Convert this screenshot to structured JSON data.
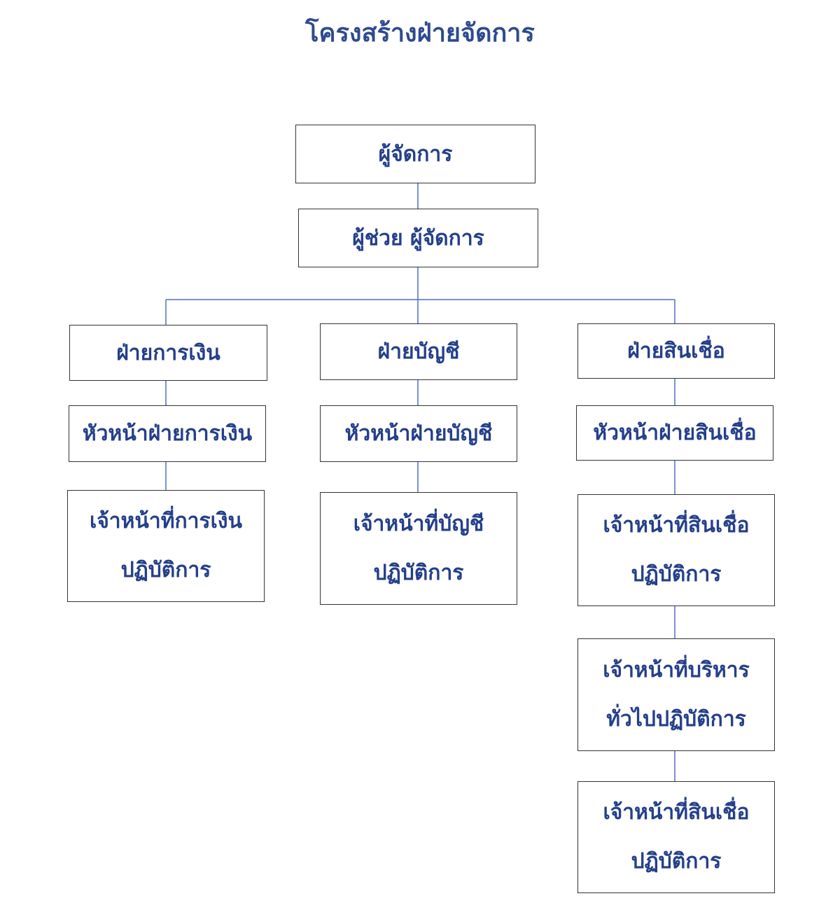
{
  "title": "โครงสร้างฝ่ายจัดการ",
  "colors": {
    "title": "#2e4a8f",
    "text": "#243f8a",
    "line": "#4a6fc7",
    "border": "#333333"
  },
  "nodes": {
    "manager": "ผู้จัดการ",
    "assistant_manager": "ผู้ช่วย ผู้จัดการ",
    "finance_dept": "ฝ่ายการเงิน",
    "accounting_dept": "ฝ่ายบัญชี",
    "credit_dept": "ฝ่ายสินเชื่อ",
    "finance_head": "หัวหน้าฝ่ายการเงิน",
    "accounting_head": "หัวหน้าฝ่ายบัญชี",
    "credit_head": "หัวหน้าฝ่ายสินเชื่อ",
    "finance_officer": [
      "เจ้าหน้าที่การเงิน",
      "ปฏิบัติการ"
    ],
    "accounting_officer": [
      "เจ้าหน้าที่บัญชี",
      "ปฏิบัติการ"
    ],
    "credit_officer": [
      "เจ้าหน้าที่สินเชื่อ",
      "ปฏิบัติการ"
    ],
    "general_admin_officer": [
      "เจ้าหน้าที่บริหาร",
      "ทั่วไปปฏิบัติการ"
    ],
    "credit_officer_2": [
      "เจ้าหน้าที่สินเชื่อ",
      "ปฏิบัติการ"
    ]
  }
}
